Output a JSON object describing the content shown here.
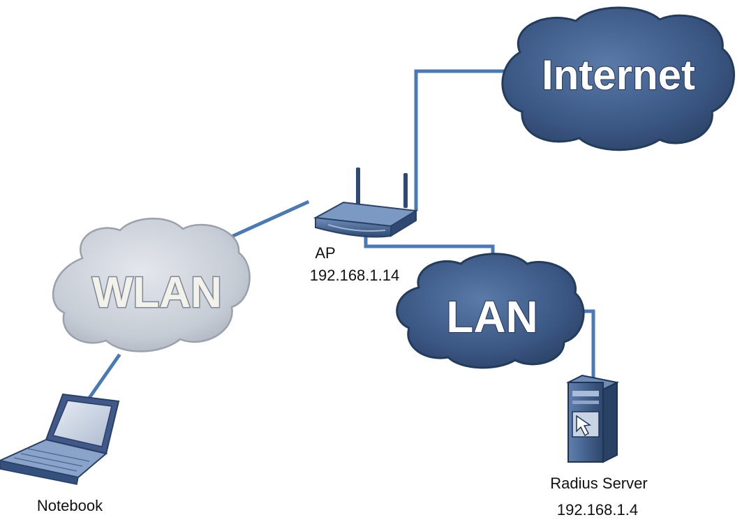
{
  "clouds": {
    "internet": {
      "label": "Internet"
    },
    "wlan": {
      "label": "WLAN"
    },
    "lan": {
      "label": "LAN"
    }
  },
  "devices": {
    "ap": {
      "name": "AP",
      "ip": "192.168.1.14",
      "icon": "wireless-router-icon"
    },
    "notebook": {
      "name": "Notebook",
      "icon": "laptop-icon"
    },
    "radius": {
      "name": "Radius Server",
      "ip": "192.168.1.4",
      "icon": "server-icon"
    }
  },
  "colors": {
    "link": "#4a7ab5",
    "cloud_dark": "#39557e",
    "cloud_dark_edge": "#243c5c",
    "cloud_light": "#c9ced6",
    "cloud_light_edge": "#9aa1ac",
    "device_body": "#3e5f8a"
  }
}
